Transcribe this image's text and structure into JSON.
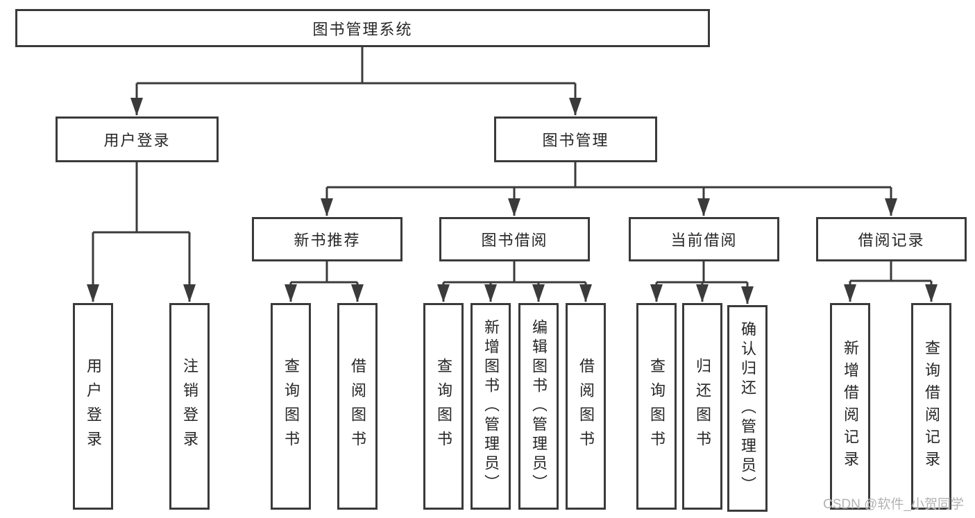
{
  "diagram": {
    "root": {
      "label": "图书管理系统"
    },
    "level2": [
      {
        "label": "用户登录"
      },
      {
        "label": "图书管理"
      }
    ],
    "level3": [
      {
        "label": "新书推荐"
      },
      {
        "label": "图书借阅"
      },
      {
        "label": "当前借阅"
      },
      {
        "label": "借阅记录"
      }
    ],
    "leaves": [
      {
        "label": "用户登录",
        "parent": "用户登录"
      },
      {
        "label": "注销登录",
        "parent": "用户登录"
      },
      {
        "label": "查询图书",
        "parent": "新书推荐"
      },
      {
        "label": "借阅图书",
        "parent": "新书推荐"
      },
      {
        "label": "查询图书",
        "parent": "图书借阅"
      },
      {
        "label": "新增图书（管理员）",
        "parent": "图书借阅"
      },
      {
        "label": "编辑图书（管理员）",
        "parent": "图书借阅"
      },
      {
        "label": "借阅图书",
        "parent": "图书借阅"
      },
      {
        "label": "查询图书",
        "parent": "当前借阅"
      },
      {
        "label": "归还图书",
        "parent": "当前借阅"
      },
      {
        "label": "确认归还（管理员）",
        "parent": "当前借阅"
      },
      {
        "label": "新增借阅记录",
        "parent": "借阅记录"
      },
      {
        "label": "查询借阅记录",
        "parent": "借阅记录"
      }
    ],
    "colors": {
      "border": "#3a3a3a",
      "line": "#3b3b3b",
      "text": "#262626",
      "background": "#ffffff",
      "watermark": "#b3b3b3"
    }
  },
  "watermark": {
    "text": "CSDN @软件_小贺同学"
  }
}
